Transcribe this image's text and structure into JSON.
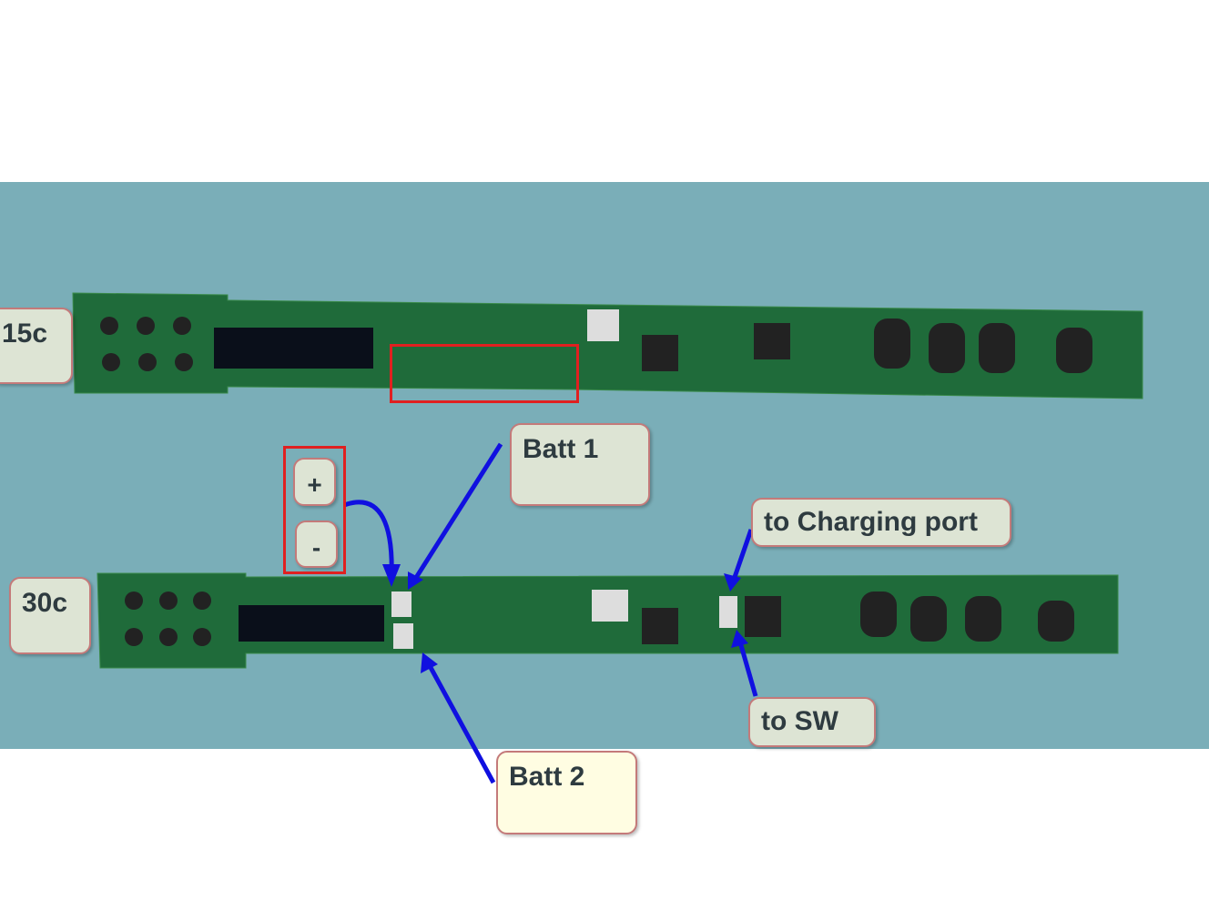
{
  "labels": {
    "board_15c": "15c",
    "board_30c": "30c",
    "batt1": "Batt 1",
    "batt2": "Batt 2",
    "charging": "to  Charging port",
    "sw": "to SW",
    "plus": "+",
    "minus": "-"
  },
  "colors": {
    "background": "#7aaeb8",
    "pcb": "#1f6b3a",
    "arrow": "#1010e0",
    "highlight": "#e02020"
  }
}
